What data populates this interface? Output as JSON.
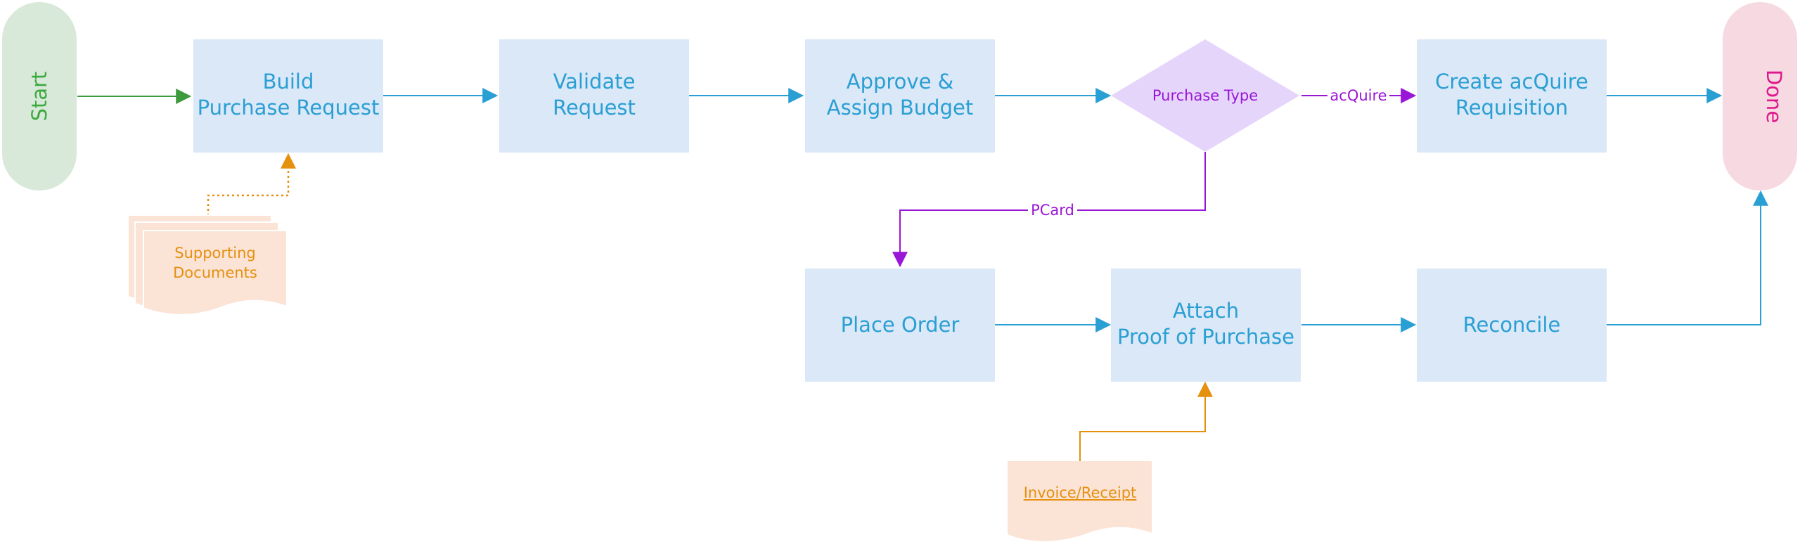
{
  "terminals": {
    "start": {
      "label": "Start",
      "color": "#3daa3f"
    },
    "done": {
      "label": "Done",
      "color": "#e0168c"
    }
  },
  "processes": {
    "build": [
      "Build",
      "Purchase Request"
    ],
    "validate": [
      "Validate",
      "Request"
    ],
    "approve": [
      "Approve &",
      "Assign Budget"
    ],
    "create_requisition": [
      "Create acQuire",
      "Requisition"
    ],
    "place_order": [
      "Place Order"
    ],
    "attach_proof": [
      "Attach",
      "Proof of Purchase"
    ],
    "reconcile": [
      "Reconcile"
    ]
  },
  "decision": {
    "label": "Purchase Type"
  },
  "edge_labels": {
    "acquire": "acQuire",
    "pcard": "PCard"
  },
  "documents": {
    "supporting": [
      "Supporting",
      "Documents"
    ],
    "invoice": "Invoice/Receipt"
  },
  "colors": {
    "process_fill": "#dbe8f7",
    "process_text": "#2a9fd4",
    "decision_fill": "#e6d5fb",
    "decision_text": "#9a16d6",
    "document_fill": "#fbe3d6",
    "document_text": "#e5900e"
  }
}
